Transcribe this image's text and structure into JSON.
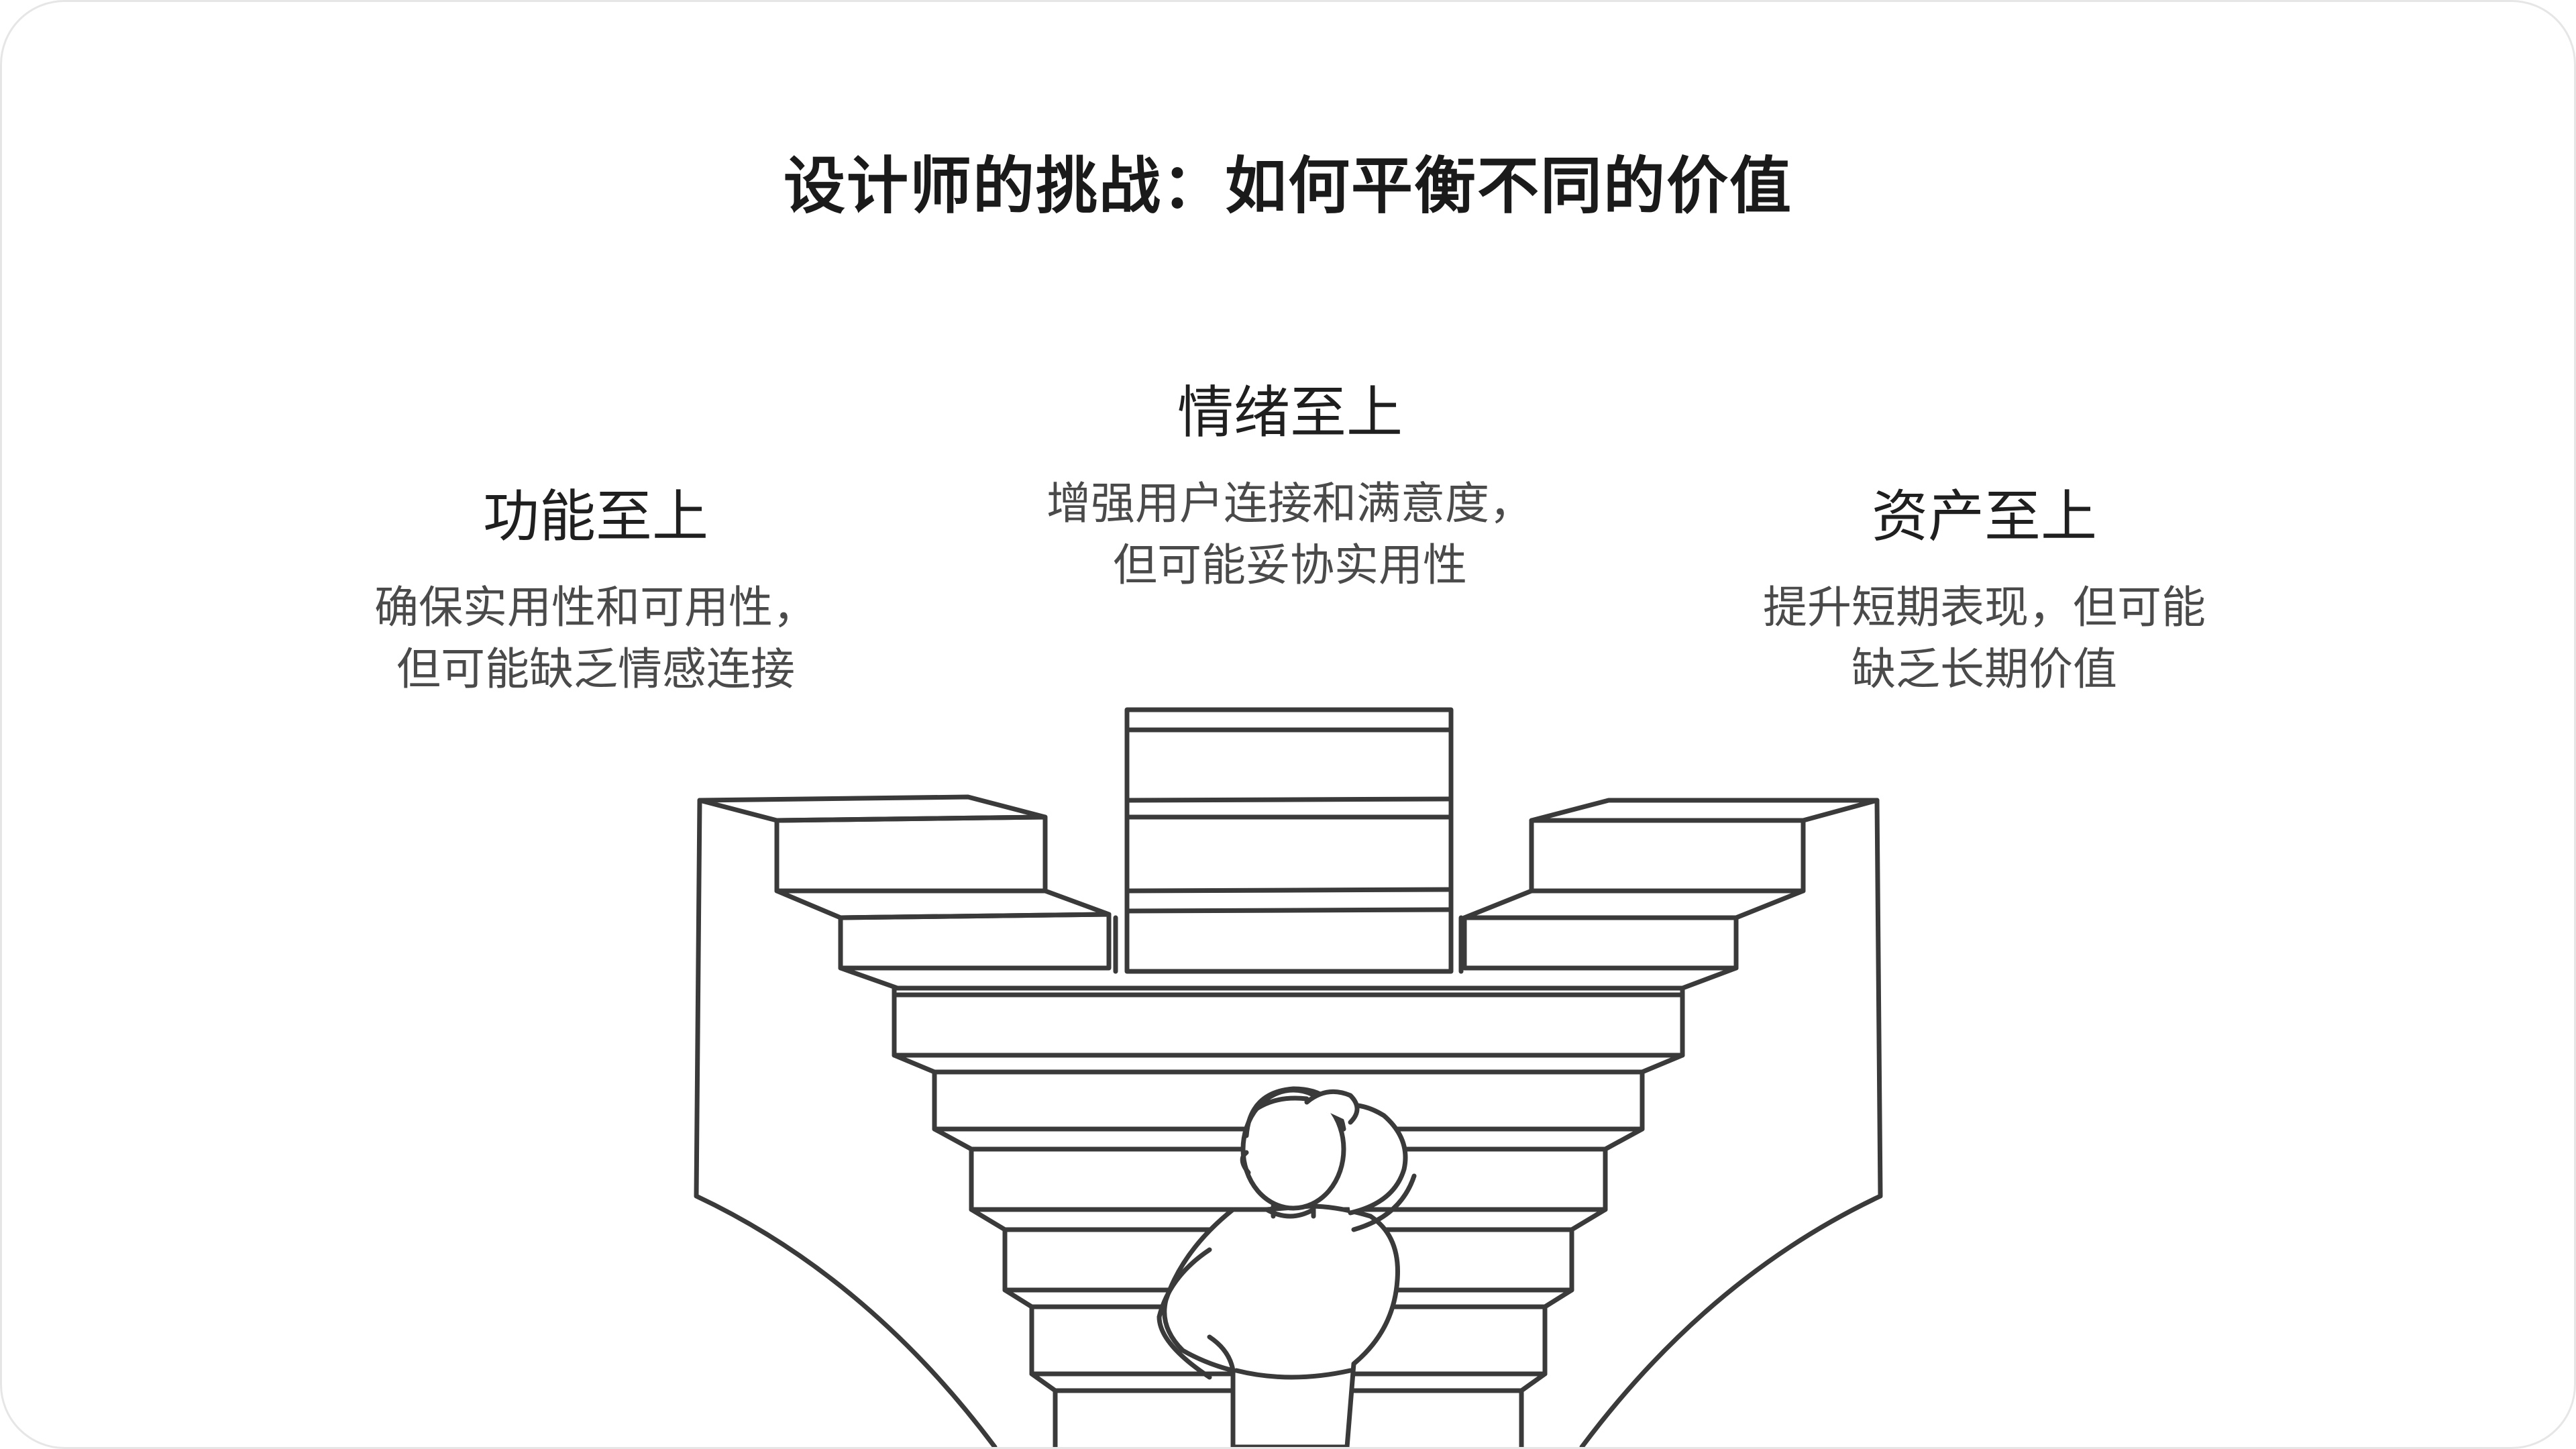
{
  "title": "设计师的挑战：如何平衡不同的价值",
  "left": {
    "heading": "功能至上",
    "line1": "确保实用性和可用性，",
    "line2": "但可能缺乏情感连接"
  },
  "middle": {
    "heading": "情绪至上",
    "line1": "增强用户连接和满意度，",
    "line2": "但可能妥协实用性"
  },
  "right": {
    "heading": "资产至上",
    "line1": "提升短期表现，但可能",
    "line2": "缺乏长期价值"
  },
  "colors": {
    "stroke": "#3a3a3a",
    "text": "#1f1f1f",
    "subtext": "#4a4a4a",
    "frame": "#e6e6e6"
  },
  "icons": [
    "staircase-illustration",
    "thinking-person-illustration"
  ]
}
